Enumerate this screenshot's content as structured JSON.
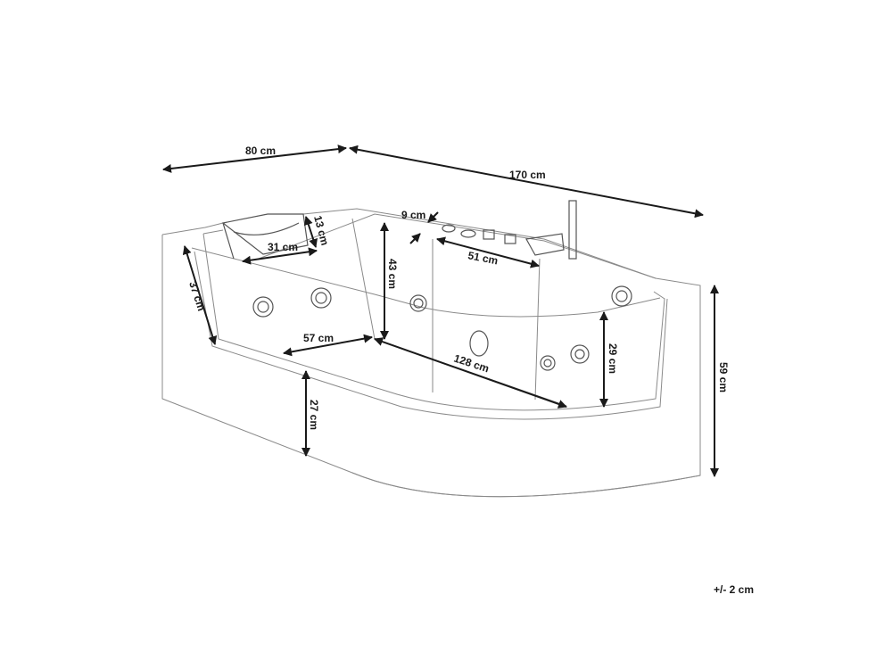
{
  "dimensions": {
    "width_80": "80 cm",
    "length_170": "170 cm",
    "headrest_13": "13 cm",
    "headrest_31": "31 cm",
    "rim_9": "9 cm",
    "depth_43": "43 cm",
    "controls_51": "51 cm",
    "side_37": "37 cm",
    "bottom_57": "57 cm",
    "bottom_128": "128 cm",
    "glass_29": "29 cm",
    "base_27": "27 cm",
    "height_59": "59 cm"
  },
  "tolerance": "+/- 2 cm",
  "colors": {
    "line": "#8a8a8a",
    "arrow": "#1a1a1a",
    "background": "#ffffff"
  }
}
